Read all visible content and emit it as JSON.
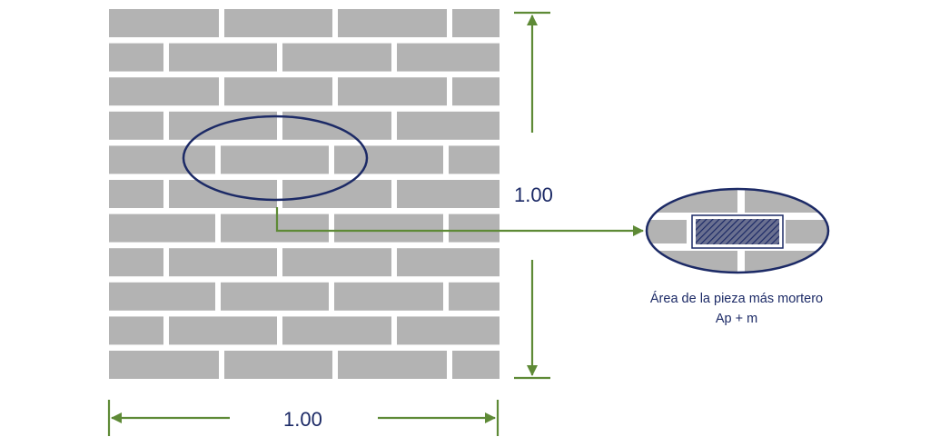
{
  "dimensions": {
    "width_label": "1.00",
    "height_label": "1.00"
  },
  "detail": {
    "caption_line1": "Área de la pieza más mortero",
    "caption_line2": "Ap + m"
  },
  "colors": {
    "brick": "#b3b3b3",
    "mortar": "#ffffff",
    "ellipse": "#1c2a66",
    "dimension_line": "#5e8a36",
    "text": "#1c2a66"
  },
  "icons": {
    "dimension_arrows": "arrow-head",
    "highlight": "ellipse-outline",
    "hatched_unit": "hatched-rectangle"
  }
}
